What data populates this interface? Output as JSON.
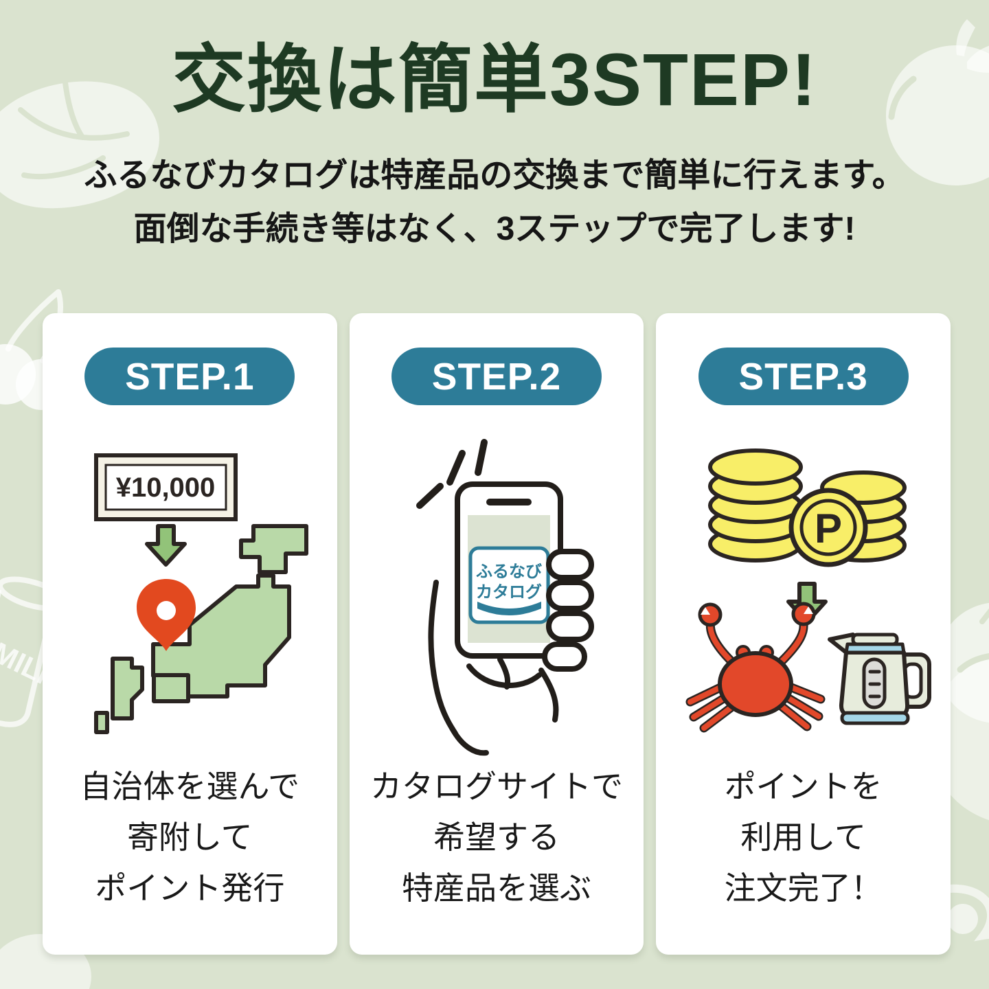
{
  "page": {
    "title": "交換は簡単3STEP!",
    "subtitle_line1": "ふるなびカタログは特産品の交換まで簡単に行えます。",
    "subtitle_line2": "面倒な手続き等はなく、3ステップで完了します!"
  },
  "steps": [
    {
      "badge": "STEP.1",
      "banknote_label": "¥10,000",
      "caption_lines": [
        "自治体を選んで",
        "寄附して",
        "ポイント発行"
      ]
    },
    {
      "badge": "STEP.2",
      "phone_logo_line1": "ふるなび",
      "phone_logo_line2": "カタログ",
      "caption_lines": [
        "カタログサイトで",
        "希望する",
        "特産品を選ぶ"
      ]
    },
    {
      "badge": "STEP.3",
      "point_coin_label": "P",
      "caption_lines": [
        "ポイントを",
        "利用して",
        "注文完了！"
      ]
    }
  ],
  "watermarks": {
    "milk_bottle_label": "MILK"
  },
  "colors": {
    "background": "#dae3cf",
    "card": "#ffffff",
    "badge_teal": "#2d7c98",
    "title_green": "#1e3a23",
    "text_dark": "#191919",
    "arrow_green": "#92c379",
    "map_green": "#b9d9a8",
    "pin_orange": "#e2491f",
    "coin_yellow": "#f8ee68",
    "crab_red": "#e2482a",
    "kettle_blue": "#a5d7e8",
    "outline_dark": "#2b2522"
  }
}
